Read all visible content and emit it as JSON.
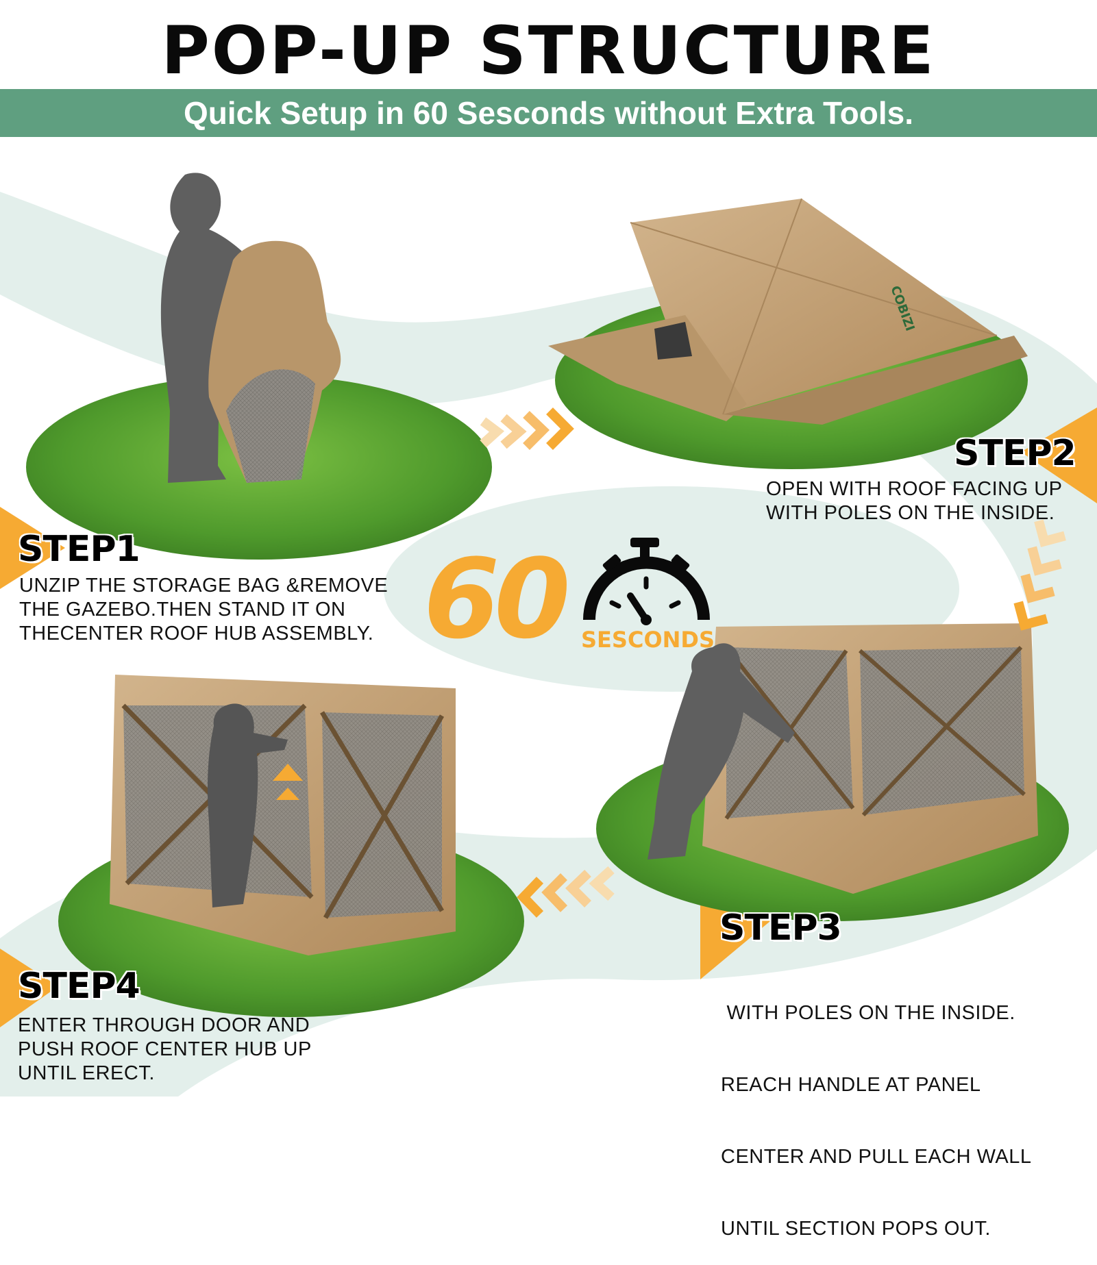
{
  "title": "POP-UP STRUCTURE",
  "subtitle": "Quick Setup in 60 Sesconds without Extra Tools.",
  "colors": {
    "banner": "#5f9f80",
    "accent_orange": "#f6aa33",
    "grass": "#5aa532",
    "tent": "#c4a57a",
    "path": "#dfece8"
  },
  "timer": {
    "number": "60",
    "unit": "SESCONDS",
    "icon": "stopwatch-icon"
  },
  "steps": [
    {
      "label": "STEP1",
      "lines": [
        "UNZIP THE STORAGE BAG &REMOVE",
        "THE GAZEBO.THEN STAND IT ON",
        "THECENTER ROOF HUB ASSEMBLY."
      ]
    },
    {
      "label": "STEP2",
      "lines": [
        "OPEN WITH ROOF FACING UP",
        "WITH POLES ON THE INSIDE."
      ]
    },
    {
      "label": "STEP3",
      "lines": [
        " WITH POLES ON THE INSIDE.",
        "REACH HANDLE AT PANEL",
        "CENTER AND PULL EACH WALL",
        "UNTIL SECTION POPS OUT."
      ]
    },
    {
      "label": "STEP4",
      "lines": [
        "ENTER THROUGH DOOR AND",
        "PUSH ROOF CENTER HUB UP",
        "UNTIL ERECT."
      ]
    }
  ],
  "logo_text": "COBIZI"
}
